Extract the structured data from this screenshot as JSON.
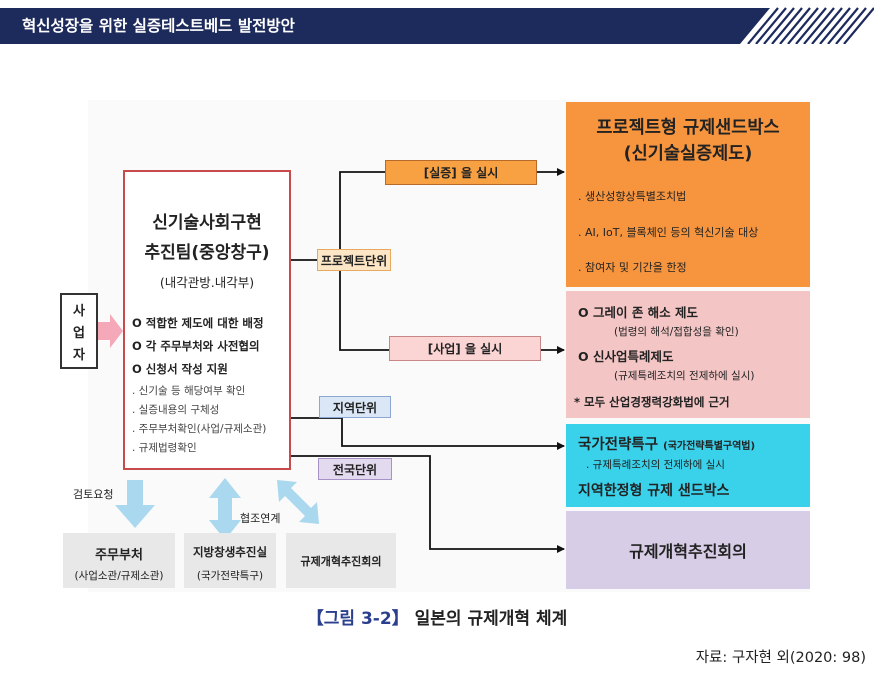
{
  "header": {
    "title": "혁신성장을 위한 실증테스트베드 발전방안"
  },
  "central": {
    "title_line1": "신기술사회구현",
    "title_line2": "추진팀(중앙창구)",
    "subtitle": "(내각관방.내각부)",
    "items": [
      "O 적합한 제도에 대한 배정",
      "O 각 주무부처와 사전협의",
      "O 신청서 작성 지원"
    ],
    "subitems": [
      ". 신기술 등 해당여부 확인",
      ". 실증내용의 구체성",
      ". 주무부처확인(사업/규제소관)",
      ". 규제법령확인"
    ]
  },
  "business": {
    "chars": [
      "사",
      "업",
      "자"
    ]
  },
  "tags": {
    "project": "프로젝트단위",
    "region": "지역단위",
    "national": "전국단위",
    "pilot": "[실증] 을 실시",
    "business": "[사업] 을 실시"
  },
  "project_box": {
    "title1": "프로젝트형 규제샌드박스",
    "title2": "(신기술실증제도)",
    "items": [
      ". 생산성향상특별조치법",
      ". AI, IoT, 블록체인 등의 혁신기술 대상",
      ". 참여자 및 기간을 한정"
    ]
  },
  "gray_box": {
    "item1": "O 그레이 존 해소 제도",
    "item1_sub": "(법령의 해석/접합성을 확인)",
    "item2": "O 신사업특례제도",
    "item2_sub": "(규제특례조치의 전제하에 실시)",
    "note": "* 모두 산업경쟁력강화법에 근거"
  },
  "strategy_box": {
    "title": "국가전략특구",
    "title_note": "(국가전략특별구역법)",
    "sub": ". 규제특례조치의 전제하에 실시",
    "footer": "지역한정형 규제 샌드박스"
  },
  "council_box": {
    "title": "규제개혁추진회의"
  },
  "bottom": {
    "review_label": "검토요청",
    "coop_label": "협조연계",
    "ministry_title": "주무부처",
    "ministry_sub": "(사업소관/규제소관)",
    "regional_title": "지방창생추진실",
    "regional_sub": "(국가전략특구)",
    "reform_title": "규제개혁추진회의"
  },
  "caption": {
    "bracket": "【그림 3-2】",
    "text": " 일본의 규제개혁 체계"
  },
  "source": "자료: 구자현 외(2020: 98)",
  "colors": {
    "header": "#1d2a5c",
    "project": "#f7953f",
    "gray_zone": "#f4c5c5",
    "strategy": "#3ad1ea",
    "council": "#d8cde6",
    "central_border": "#c84a4a",
    "arrow_blue": "#a9d8ef"
  }
}
